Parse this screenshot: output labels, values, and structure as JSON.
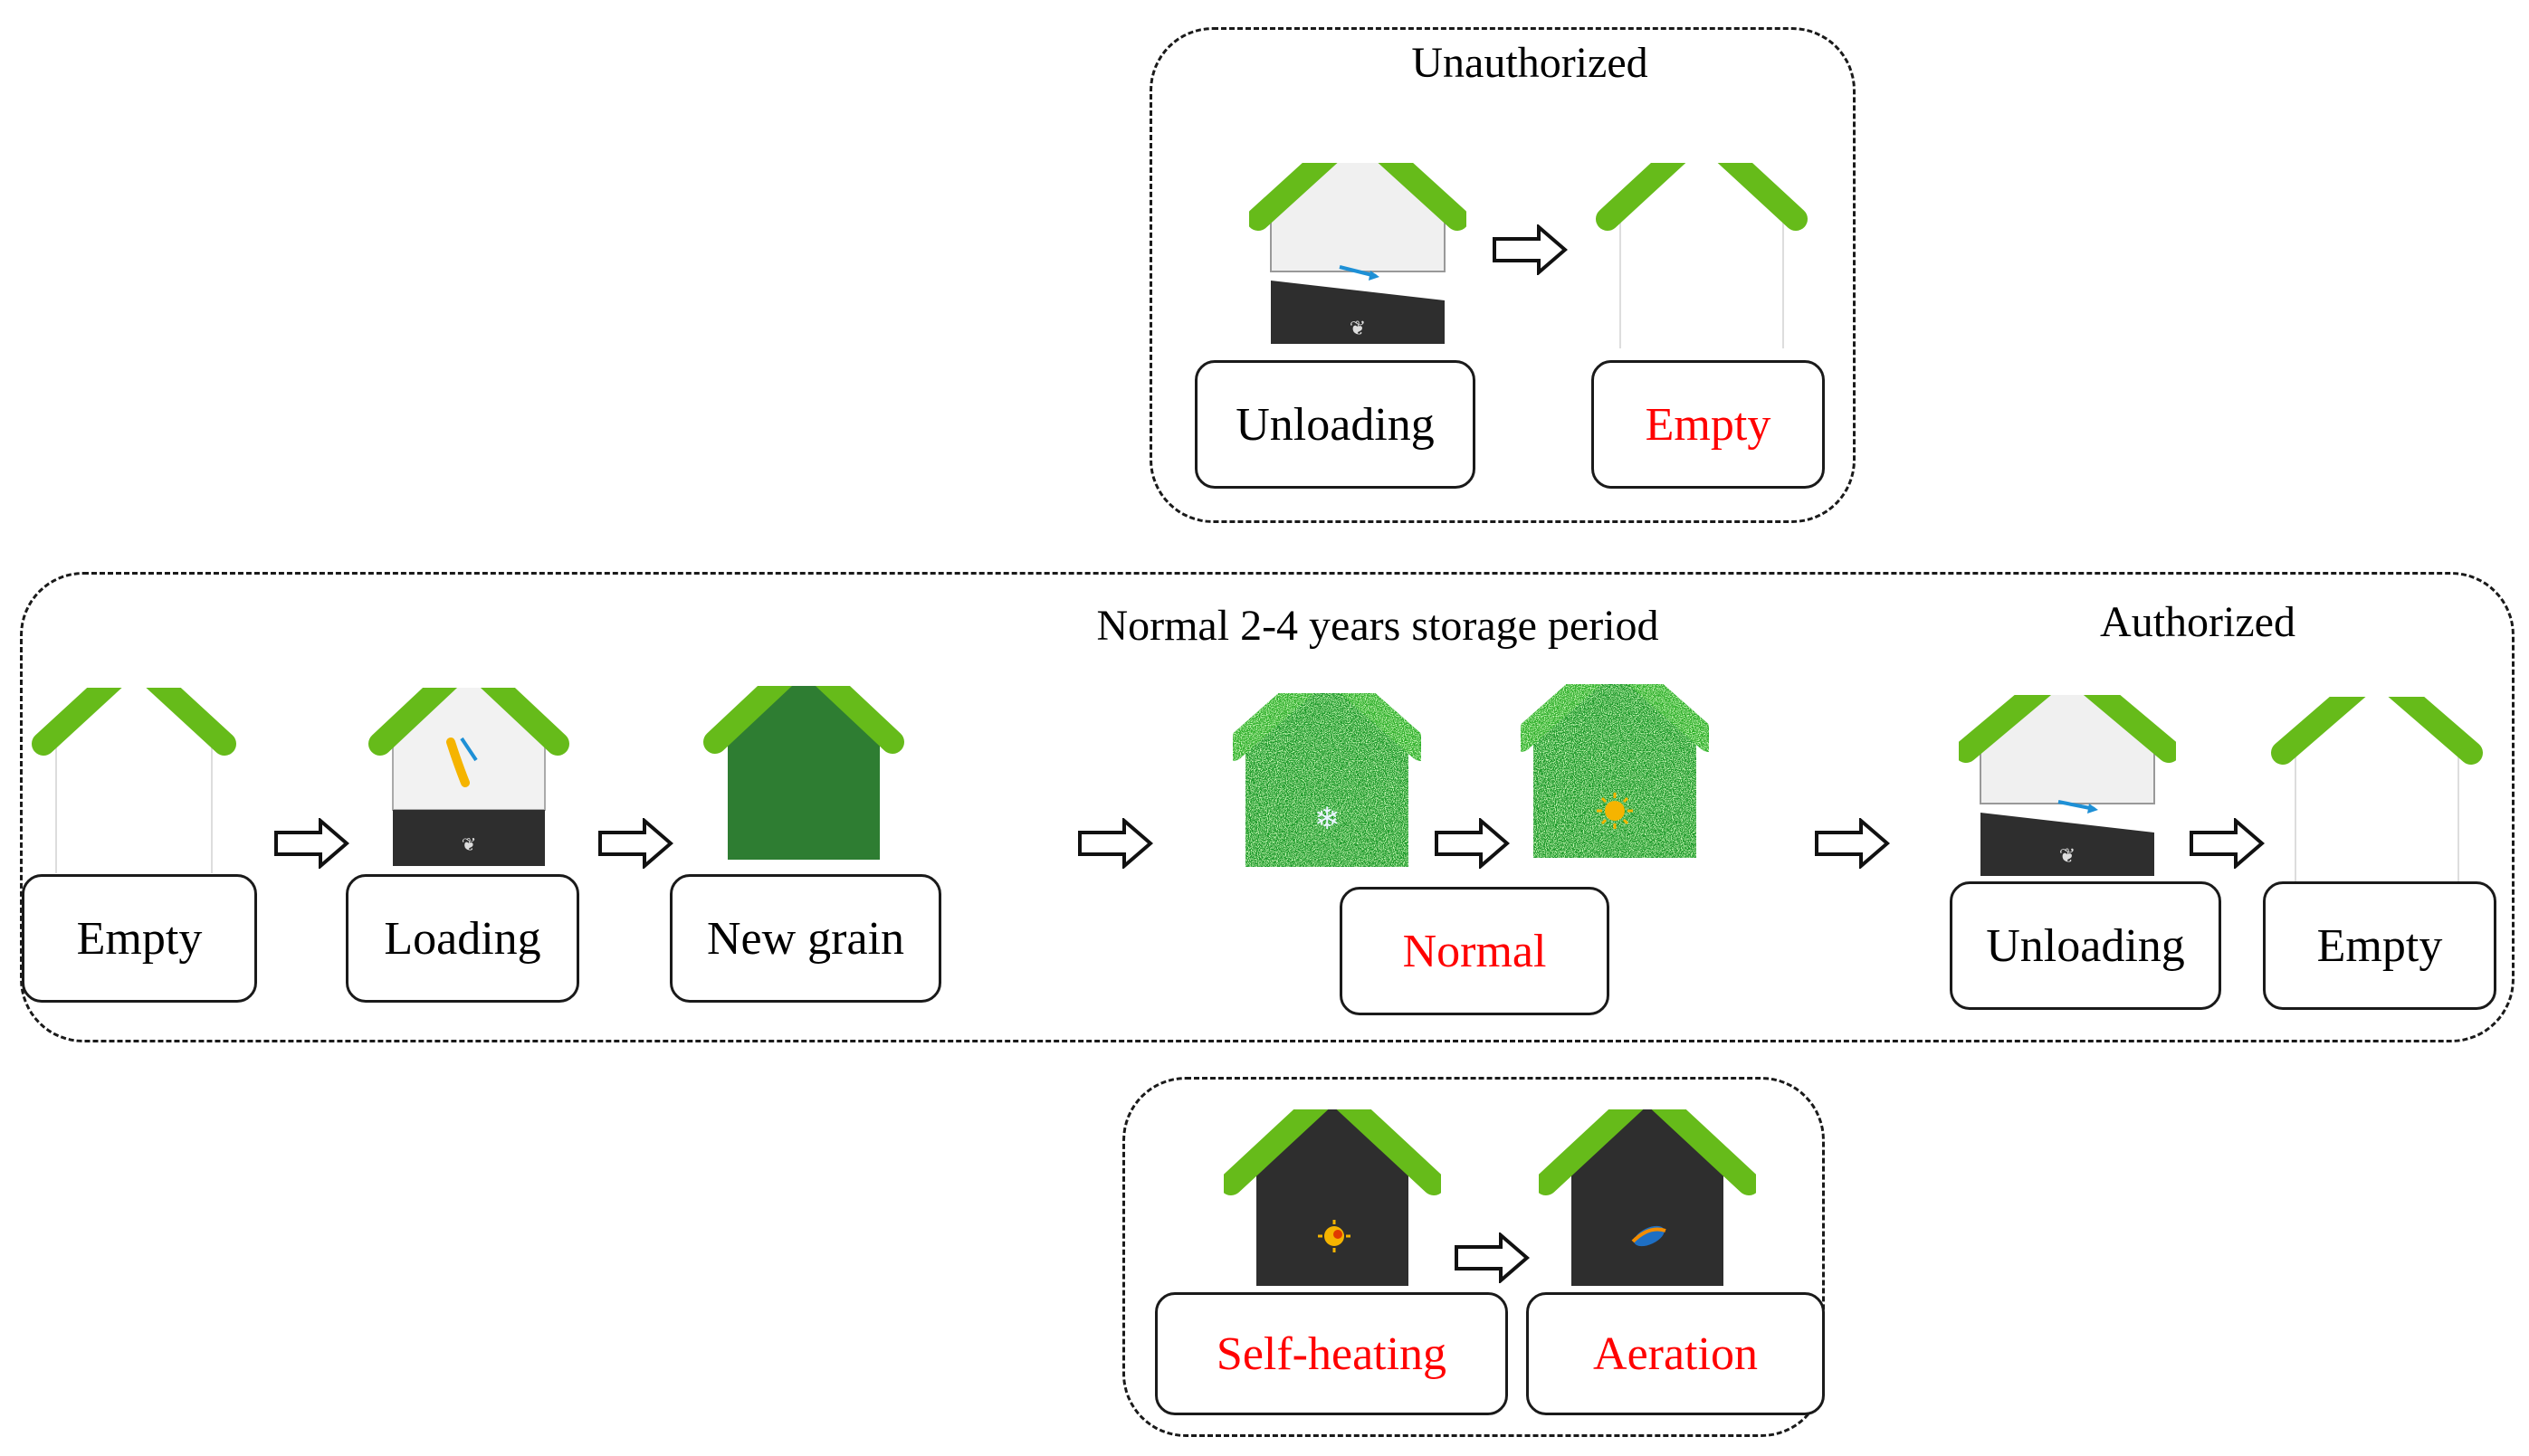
{
  "groups": {
    "unauthorized": {
      "title": "Unauthorized"
    },
    "main": {
      "title": "Normal 2-4 years storage period",
      "authorized_title": "Authorized"
    }
  },
  "labels": {
    "unauth_unloading": "Unloading",
    "unauth_empty": "Empty",
    "empty_start": "Empty",
    "loading": "Loading",
    "new_grain": "New grain",
    "normal": "Normal",
    "auth_unloading": "Unloading",
    "auth_empty": "Empty",
    "self_heating": "Self-heating",
    "aeration": "Aeration"
  },
  "colors": {
    "roof": "#66bb1a",
    "dark_grain": "#2e2e2e",
    "new_grain_fill": "#2e7d32",
    "normal_fill": "#1f9a2a",
    "alert_text": "#ff0000",
    "arrow_flow": "#1e90d6",
    "sun": "#f5b400"
  },
  "icons": {
    "unauth_unloading_house": "unloading-house-icon",
    "empty_house": "empty-house-icon",
    "loading_house": "loading-house-icon",
    "new_grain_house": "new-grain-house-icon",
    "normal_cold_house": "normal-cold-house-icon",
    "normal_warm_house": "normal-warm-house-icon",
    "self_heating_house": "self-heating-house-icon",
    "aeration_house": "aeration-house-icon"
  }
}
